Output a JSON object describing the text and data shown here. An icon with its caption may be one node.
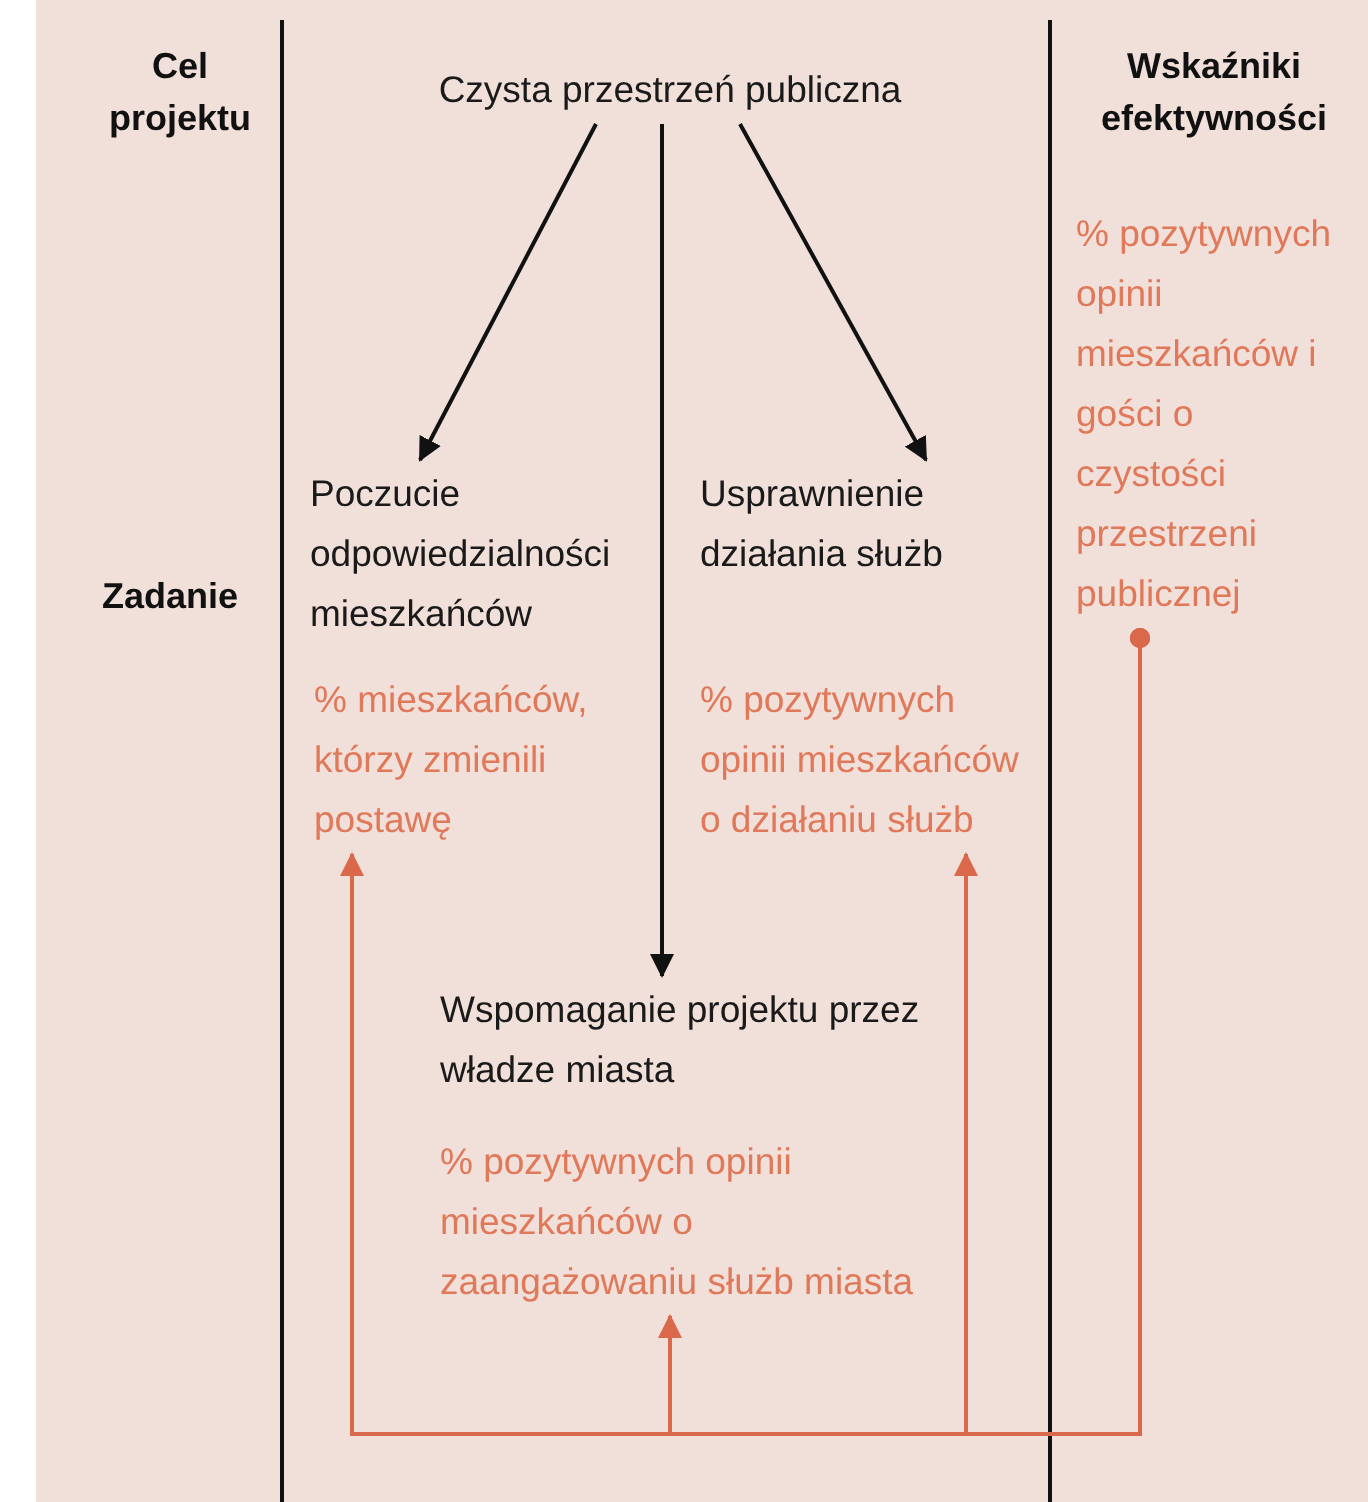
{
  "diagram": {
    "nodes": [
      {
        "text": [
          "Czysta przestrzeń publiczna"
        ]
      },
      {
        "text": [
          "Poczucie odpowiedzialności mieszkańców"
        ]
      },
      {
        "text": [
          "% mieszkańców, którzy zmienili postawę"
        ]
      },
      {
        "text": [
          "Usprawnienie działania służb"
        ]
      },
      {
        "text": [
          "% pozytywnych opinii mieszkańców o działaniu służb"
        ]
      },
      {
        "text": [
          "Wspomaganie projektu przez władze miasta"
        ]
      },
      {
        "text": [
          "% pozytywnych opinii mieszkańców o zaangażowaniu służb miasta"
        ]
      },
      {
        "text": [
          "% pozytywnych opinii mieszkańców i gości o czystości przestrzeni publicznej"
        ]
      }
    ],
    "edges": [
      {
        "from": 0,
        "to": 1,
        "arrow": "to"
      },
      {
        "from": 0,
        "to": 3,
        "arrow": "to"
      },
      {
        "from": 0,
        "to": 5,
        "arrow": "to"
      },
      {
        "from": 7,
        "to": 2,
        "arrow": "to",
        "color": "#d9694a"
      },
      {
        "from": 7,
        "to": 4,
        "arrow": "to",
        "color": "#d9694a"
      },
      {
        "from": 7,
        "to": 6,
        "arrow": "to",
        "color": "#d9694a"
      }
    ],
    "labels": [
      "Cel projektu",
      "Zadanie",
      "Wskaźniki efektywności"
    ]
  }
}
